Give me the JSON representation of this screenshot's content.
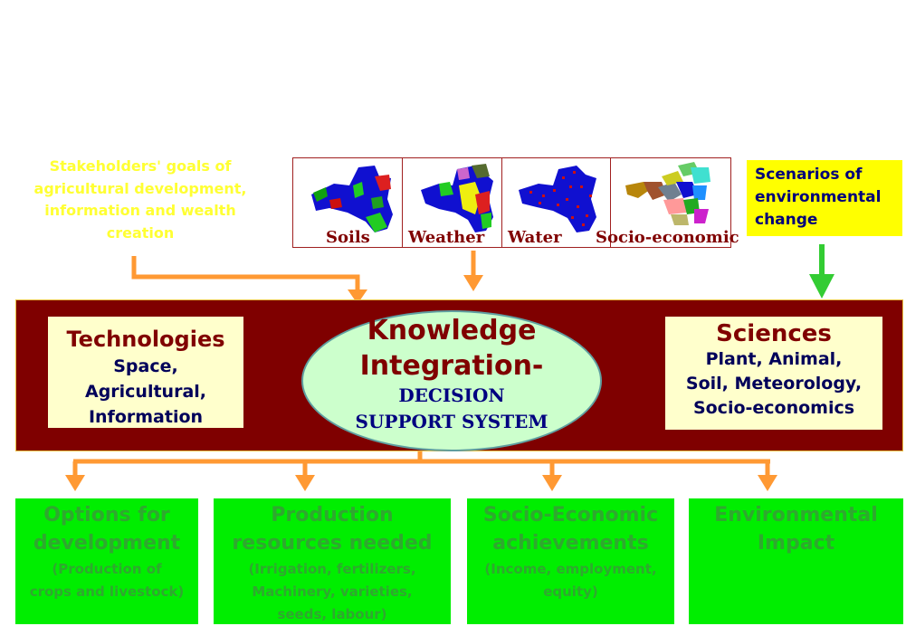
{
  "stakeholders": {
    "lines": [
      "Stakeholders' goals of",
      "agricultural development,",
      "information and wealth",
      "creation"
    ]
  },
  "maps": [
    {
      "label": "Soils"
    },
    {
      "label": "Weather"
    },
    {
      "label": "Water"
    },
    {
      "label": "Socio-economic"
    }
  ],
  "scenarios": {
    "lines": [
      "Scenarios of",
      "environmental",
      "change"
    ]
  },
  "technologies": {
    "title": "Technologies",
    "lines": [
      "Space,",
      "Agricultural,",
      "Information"
    ]
  },
  "center": {
    "line1": "Knowledge",
    "line2": "Integration",
    "dash": "-",
    "line3": "DECISION",
    "line4": "SUPPORT SYSTEM"
  },
  "sciences": {
    "title": "Sciences",
    "lines": [
      "Plant, Animal,",
      "Soil, Meteorology,",
      "Socio-economics"
    ]
  },
  "outputs": [
    {
      "title_lines": [
        "Options for",
        "development"
      ],
      "sub_lines": [
        "(Production of",
        "crops and livestock)"
      ]
    },
    {
      "title_lines": [
        "Production",
        "resources needed"
      ],
      "sub_lines": [
        "(Irrigation, fertilizers,",
        "Machinery, varieties,",
        "seeds, labour)"
      ]
    },
    {
      "title_lines": [
        "Socio-Economic",
        "achievements"
      ],
      "sub_lines": [
        "(Income, employment,",
        "equity)"
      ]
    },
    {
      "title_lines": [
        "Environmental",
        "Impact"
      ],
      "sub_lines": []
    }
  ],
  "colors": {
    "arrow_orange": "#ff9933",
    "arrow_green": "#33cc33",
    "band": "#7f0000",
    "output_green": "#00ee00"
  }
}
